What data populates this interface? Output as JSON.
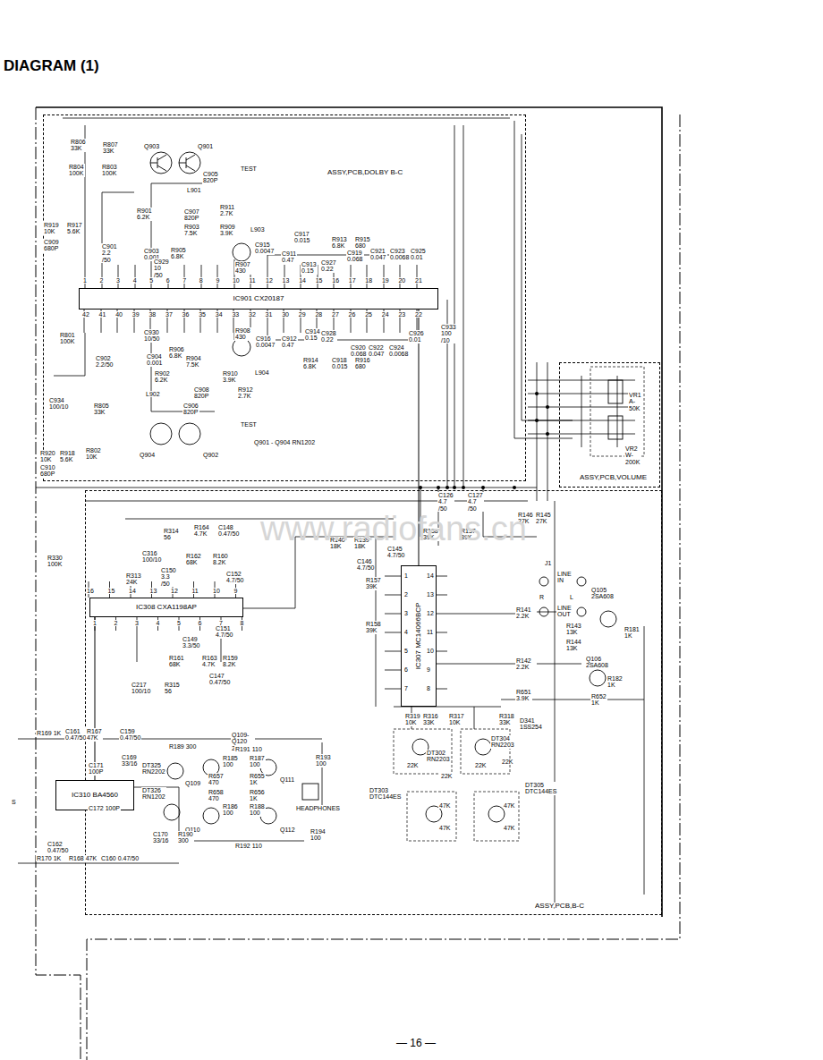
{
  "diagram": {
    "title": "DIAGRAM (1)",
    "nodes": [
      {
        "text": [
          "ASSY,PCB,DOLBY B-C"
        ]
      },
      {
        "text": [
          "IC901 CX20187"
        ],
        "in": 0
      },
      {
        "text": [
          "ASSY,PCB,VOLUME"
        ]
      },
      {
        "text": [
          "ASSY,PCB,B-C"
        ]
      },
      {
        "text": [
          "IC308 CXA1198AP"
        ],
        "in": 3
      },
      {
        "text": [
          "IC307 MC14066BCP"
        ],
        "in": 3
      },
      {
        "text": [
          "IC310 BA4560"
        ]
      }
    ],
    "edges": [
      {
        "from": 1,
        "to": 5,
        "arrow": "none"
      },
      {
        "from": 4,
        "to": 6,
        "arrow": "none"
      }
    ],
    "labels": [
      "1",
      "2",
      "3",
      "4",
      "5",
      "6",
      "7",
      "8",
      "9",
      "10",
      "11",
      "12",
      "13",
      "14",
      "15",
      "16",
      "17",
      "18",
      "19",
      "20",
      "21",
      "42",
      "41",
      "40",
      "39",
      "38",
      "37",
      "36",
      "35",
      "34",
      "33",
      "32",
      "31",
      "30",
      "29",
      "28",
      "27",
      "26",
      "25",
      "24",
      "23",
      "22",
      "1",
      "2",
      "3",
      "4",
      "5",
      "6",
      "7",
      "14",
      "13",
      "12",
      "11",
      "10",
      "9",
      "8",
      "16",
      "15",
      "14",
      "13",
      "12",
      "11",
      "10",
      "9",
      "1",
      "2",
      "3",
      "4",
      "5",
      "6",
      "7",
      "8",
      "R806 33K",
      "R807 33K",
      "R804 100K",
      "R803 100K",
      "Q903",
      "Q901",
      "C905 820P",
      "TEST",
      "L901",
      "R901 6.2K",
      "C907 820P",
      "R903 7.5K",
      "R911 2.7K",
      "R909 3.9K",
      "L903",
      "R919 10K",
      "R917 5.6K",
      "C909 680P",
      "C901 2.2 /50",
      "C903 0.001",
      "R905 6.8K",
      "C929 10 /50",
      "R907 430",
      "C915 0.0047",
      "C911 0.47",
      "C917 0.015",
      "R913 6.8K",
      "R915 680",
      "C919 0.068",
      "C921 0.047",
      "C923 0.0068",
      "C925 0.01",
      "C913 0.15",
      "C927 0.22",
      "C933 100 /10",
      "R801 100K",
      "C930 10/50",
      "C916 0.0047",
      "C912 0.47",
      "C914 0.15",
      "C928 0.22",
      "C920 0.068",
      "C922 0.047",
      "C924 0.0068",
      "C926 0.01",
      "C918 0.015",
      "R914 6.8K",
      "R916 680",
      "R908 430",
      "R906 6.8K",
      "R904 7.5K",
      "C904 0.001",
      "C902 2.2/50",
      "L904",
      "R910 3.9K",
      "R902 6.2K",
      "C908 820P",
      "R912 2.7K",
      "L902",
      "C906 820P",
      "C934 100/10",
      "R805 33K",
      "TEST",
      "Q901 - Q904 RN1202",
      "Q904",
      "Q902",
      "R920 10K",
      "R918 5.6K",
      "R802 10K",
      "C910 680P",
      "VR1 A-50K",
      "VR2 W-200K",
      "C126 4.7 /50",
      "C127 4.7 /50",
      "R146 27K",
      "R145 27K",
      "R314 56",
      "R164 4.7K",
      "C148 0.47/50",
      "C316 100/10",
      "R162 68K",
      "R160 8.2K",
      "R313 24K",
      "C150 3.3 /50",
      "C152 4.7/50",
      "R140 18K",
      "R139 18K",
      "R138 39K",
      "R137 39K",
      "C145 4.7/50",
      "C146 4.7/50",
      "R157 39K",
      "J1",
      "LINE IN",
      "R",
      "L",
      "LINE OUT",
      "Q105 2SA608",
      "R141 2.2K",
      "R143 13K",
      "R144 13K",
      "R181 1K",
      "R158 39K",
      "R142 2.2K",
      "Q106 2SA608",
      "R182 1K",
      "R651 3.9K",
      "R652 1K",
      "R330 100K",
      "C149 3.3/50",
      "C151 4.7/50",
      "R161 68K",
      "R163 4.7K",
      "R159 8.2K",
      "C217 100/10",
      "R315 56",
      "C147 0.47/50",
      "R319 10K",
      "R316 33K",
      "R317 10K",
      "R318 33K",
      "D341 1SS254",
      "DT302 RN2203",
      "DT304 RN2203",
      "DT303 DTC144ES",
      "DT305 DTC144ES",
      "22K",
      "22K",
      "22K",
      "22K",
      "47K",
      "47K",
      "47K",
      "47K",
      "R169 1K",
      "C161 0.47/50",
      "R167 47K",
      "C159 0.47/50",
      "C171 100P",
      "C169 33/16",
      "Q109-Q120 2SB808",
      "R189 300",
      "R191 110",
      "DT325 RN2202",
      "Q109",
      "R185 100",
      "R187 100",
      "Q111",
      "R193 100",
      "R657 470",
      "R655 1K",
      "R658 470",
      "R656 1K",
      "DT326 RN1202",
      "HEADPHONES",
      "Q110",
      "R186 100",
      "R188 100",
      "Q112",
      "C172 100P",
      "C170 33/16",
      "R190 300",
      "R192 110",
      "R194 100",
      "C162 0.47/50",
      "R170 1K",
      "R168 47K",
      "C160 0.47/50",
      "S",
      "www.radiofans.cn",
      "— 16 —"
    ]
  }
}
